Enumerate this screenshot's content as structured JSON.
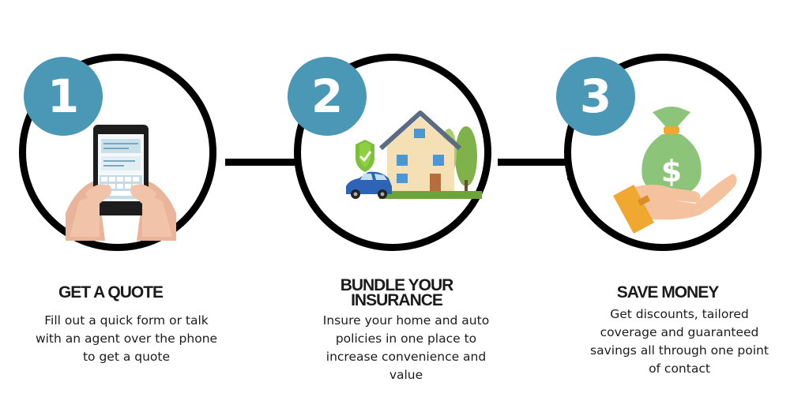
{
  "steps": [
    {
      "number": "1",
      "title": "GET A QUOTE",
      "description": "Fill out a quick form or talk with an agent over the phone to get a quote",
      "icon": "phone-in-hands-icon"
    },
    {
      "number": "2",
      "title": "BUNDLE YOUR INSURANCE",
      "description": "Insure your home and auto policies in one place to increase convenience and value",
      "icon": "house-car-shield-icon"
    },
    {
      "number": "3",
      "title": "SAVE MONEY",
      "description": "Get discounts, tailored coverage and guaranteed savings all through one point of contact",
      "icon": "money-bag-hand-icon"
    }
  ],
  "colors": {
    "badge": "#4a97b6",
    "ring": "#000000",
    "text": "#1b1b1b"
  }
}
